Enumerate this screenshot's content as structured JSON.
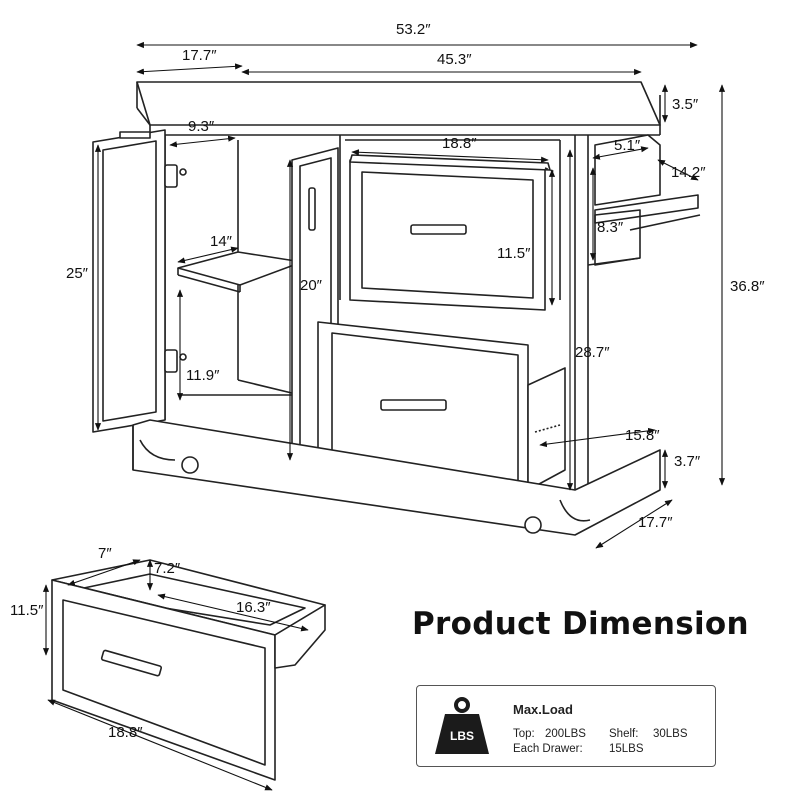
{
  "title": "Product Dimension",
  "dimensions": {
    "overall_width": "53.2″",
    "depth_top": "17.7″",
    "width_main": "45.3″",
    "top_thickness": "3.5″",
    "door_depth": "9.3″",
    "drawer_width_top": "18.8″",
    "rack_depth": "5.1″",
    "rack_width": "14.2″",
    "rack_height": "8.3″",
    "overall_height": "36.8″",
    "door_height": "25″",
    "shelf_depth": "14″",
    "cabinet_height": "20″",
    "drawer_height": "11.5″",
    "inner_height": "28.7″",
    "lower_height": "11.9″",
    "shelf_span": "15.8″",
    "base_height": "3.7″",
    "depth_bottom": "17.7″"
  },
  "drawer_detail": {
    "inner_depth": "7″",
    "inner_height": "7.2″",
    "outer_height": "11.5″",
    "inner_length": "16.3″",
    "front_width": "18.8″"
  },
  "load": {
    "icon_label": "LBS",
    "heading": "Max.Load",
    "top_label": "Top:",
    "top_value": "200LBS",
    "shelf_label": "Shelf:",
    "shelf_value": "30LBS",
    "drawer_label": "Each Drawer:",
    "drawer_value": "15LBS"
  }
}
